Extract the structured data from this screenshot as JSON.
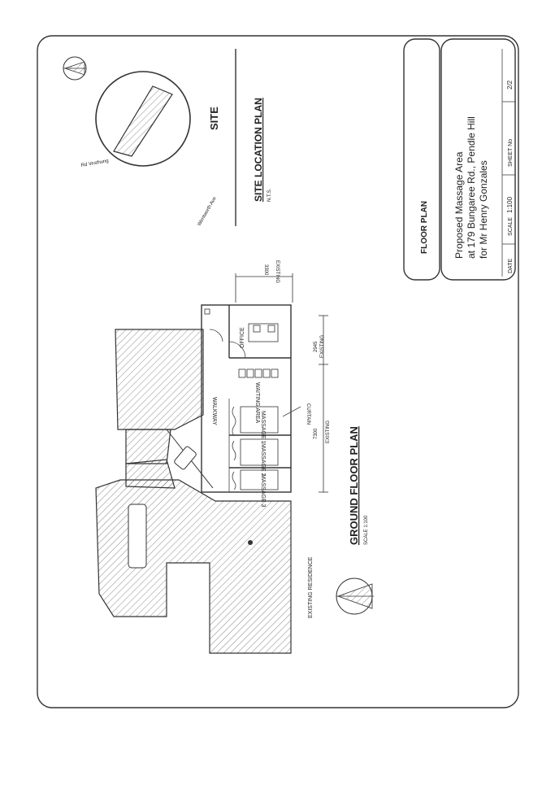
{
  "site_plan": {
    "title": "SITE LOCATION PLAN",
    "scale": "N.T.S.",
    "site_label": "SITE",
    "street_1": "Wentworth Ave",
    "street_2": "Rd Vesthung"
  },
  "floor_plan": {
    "title": "GROUND FLOOR PLAN",
    "scale": "SCALE 1:100",
    "rooms": {
      "office": "OFFICE",
      "waiting": "WAITING AREA",
      "walkway": "WALKWAY",
      "massage_1": "MASSAGE 1",
      "massage_2": "MASSAGE 2",
      "massage_3": "MASSAGE 3",
      "existing_residence": "EXISTING RESIDENCE"
    },
    "annotations": {
      "curtain": "CURTAIN"
    },
    "dimensions": {
      "top_value": "3300",
      "top_label": "EXISTING",
      "mid_value": "2945",
      "mid_label": "EXISTING",
      "bottom_value": "7300",
      "bottom_label": "EXISTING"
    }
  },
  "title_block": {
    "drawing_name": "FLOOR PLAN",
    "project_line_1": "Proposed Massage Area",
    "project_line_2": "at 179 Bungaree Rd., Pendle Hill",
    "project_line_3": "for Mr Henry Gonzales",
    "date_label": "DATE",
    "scale_label": "SCALE",
    "scale_value": "1:100",
    "sheet_label": "SHEET No",
    "sheet_value": "2/2"
  }
}
